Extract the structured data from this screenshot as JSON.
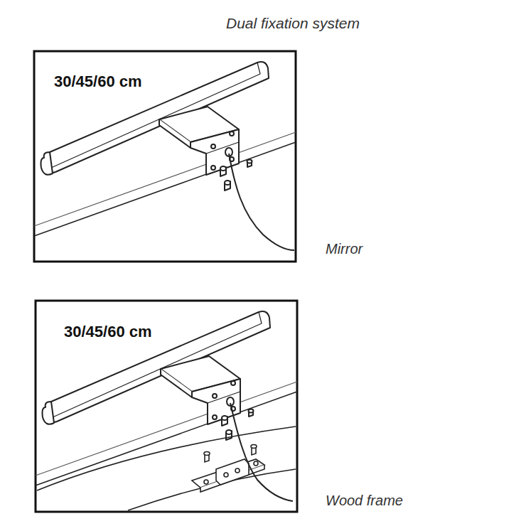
{
  "diagram": {
    "title": "Dual fixation system",
    "labels": [
      "30/45/60 cm",
      "Mirror",
      "30/45/60 cm",
      "Wood frame"
    ]
  }
}
